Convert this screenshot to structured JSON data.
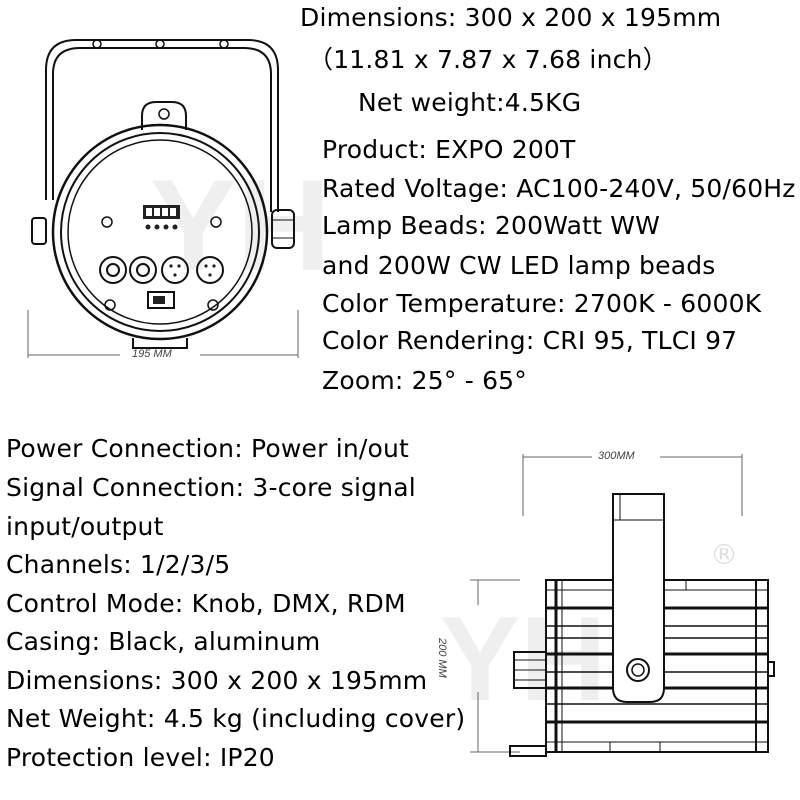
{
  "top_specs": {
    "dimensions": "Dimensions: 300 x 200 x 195mm",
    "dimensions_inch": "（11.81 x 7.87 x 7.68 inch）",
    "net_weight": "Net weight:4.5KG",
    "product": "Product: EXPO 200T",
    "rated_voltage": "Rated Voltage: AC100-240V, 50/60Hz",
    "lamp_beads_1": "Lamp Beads: 200Watt WW",
    "lamp_beads_2": "and 200W CW LED lamp beads",
    "color_temperature": "Color Temperature: 2700K - 6000K",
    "color_rendering": "Color Rendering: CRI 95, TLCI 97",
    "zoom": "Zoom: 25° - 65°"
  },
  "bottom_specs": {
    "power_connection": "Power Connection: Power in/out",
    "signal_connection_1": "Signal Connection: 3-core signal",
    "signal_connection_2": "input/output",
    "channels": "Channels: 1/2/3/5",
    "control_mode": "Control Mode: Knob, DMX, RDM",
    "casing": "Casing: Black, aluminum",
    "dimensions": "Dimensions: 300 x 200 x 195mm",
    "net_weight": "Net Weight: 4.5 kg (including cover)",
    "protection_level": "Protection level: IP20"
  },
  "drawings": {
    "rear_view_width_label": "195 MM",
    "side_view_width_label": "300MM",
    "side_view_height_label": "200 MM",
    "watermark": "YH",
    "registered_mark": "®"
  }
}
